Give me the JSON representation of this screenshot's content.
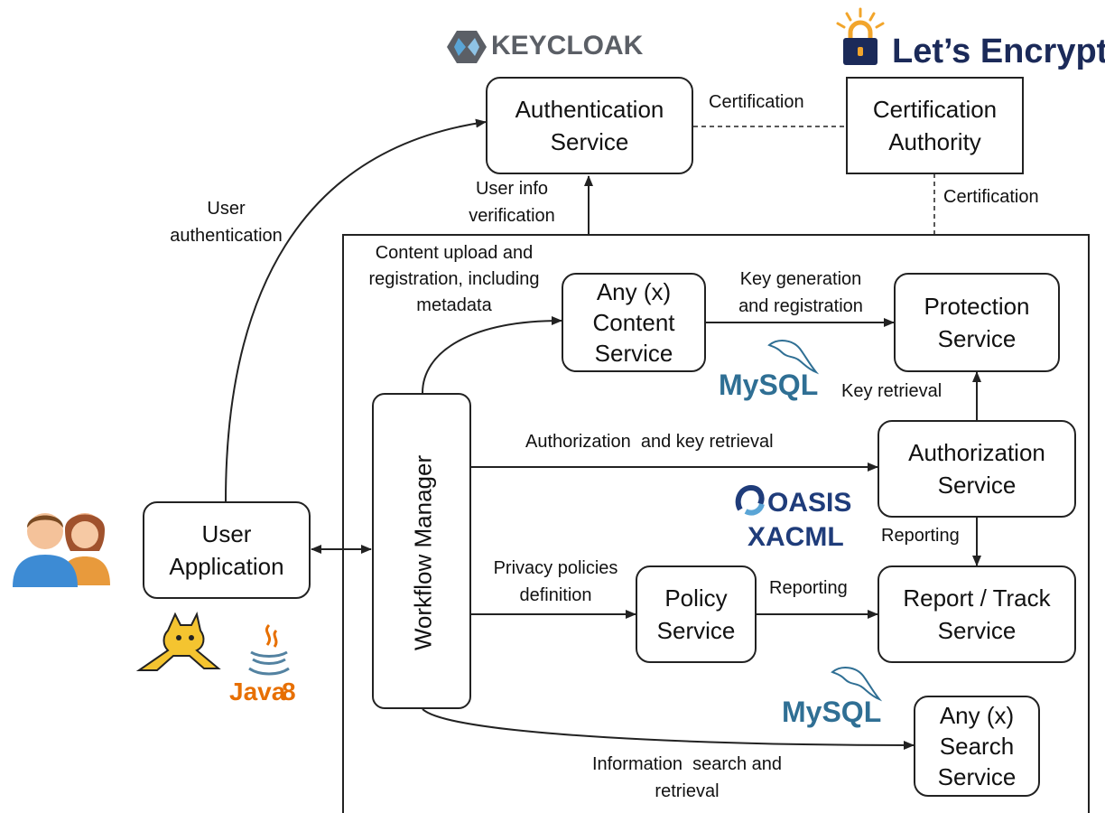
{
  "logos": {
    "keycloak": "KEYCLOAK",
    "letsencrypt": "Let’s Encrypt",
    "mysql_1": "MySQL",
    "mysql_2": "MySQL",
    "oasis": "OASIS",
    "xacml": "XACML",
    "java": "Java",
    "java_version": "8"
  },
  "nodes": {
    "auth_service": [
      "Authentication",
      "Service"
    ],
    "cert_authority": [
      "Certification",
      "Authority"
    ],
    "content_service": [
      "Any (x)",
      "Content",
      "Service"
    ],
    "protection_service": [
      "Protection",
      "Service"
    ],
    "authorization_service": [
      "Authorization",
      "Service"
    ],
    "policy_service": [
      "Policy",
      "Service"
    ],
    "report_service": [
      "Report / Track",
      "Service"
    ],
    "search_service": [
      "Any (x)",
      "Search",
      "Service"
    ],
    "user_application": [
      "User",
      "Application"
    ],
    "workflow_manager": "Workflow Manager"
  },
  "edges": {
    "certification_top": "Certification",
    "certification_right": "Certification",
    "user_authentication": [
      "User",
      "authentication"
    ],
    "user_info_verification": [
      "User info",
      "verification"
    ],
    "content_upload": [
      "Content upload and",
      "registration, including",
      "metadata"
    ],
    "key_generation": [
      "Key generation",
      "and registration"
    ],
    "key_retrieval": "Key retrieval",
    "authorization_key_retrieval": "Authorization  and key retrieval",
    "reporting_vertical": "Reporting",
    "privacy_policies": [
      "Privacy policies",
      "definition"
    ],
    "reporting_horizontal": "Reporting",
    "information_search": [
      "Information  search and",
      "retrieval"
    ]
  },
  "colors": {
    "keycloak_blue": "#5aa5d6",
    "keycloak_grey": "#5b5f66",
    "letsencrypt_navy": "#1b2a59",
    "letsencrypt_orange": "#f2a52b",
    "mysql_blue": "#2f6f94",
    "mysql_orange": "#e48e00",
    "oasis_blue": "#1f3c7a",
    "java_orange": "#e76f00",
    "java_blue": "#5382a1"
  }
}
